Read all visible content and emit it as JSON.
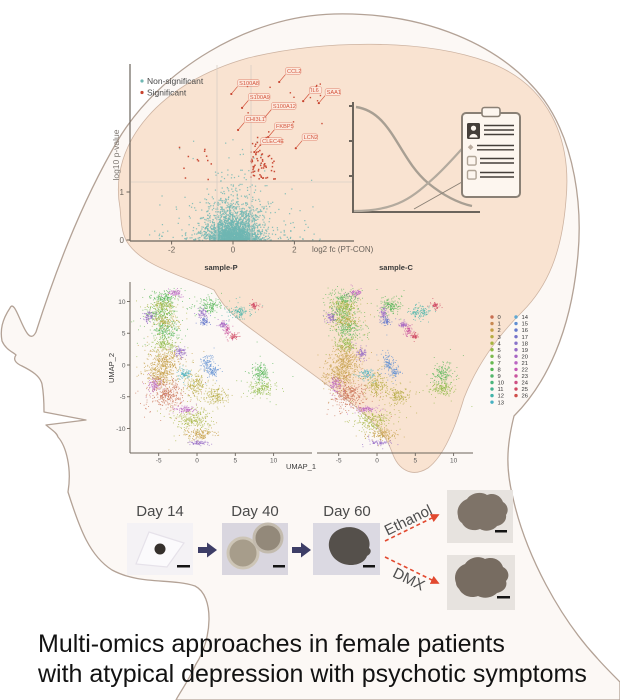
{
  "figure_title": {
    "line1": "Multi-omics approaches in female patients",
    "line2": "with atypical depression with psychotic symptoms"
  },
  "colors": {
    "head_fill": "#fcf8f5",
    "head_stroke": "#b3a296",
    "brain_fill": "#f9e3d1",
    "brain_stroke": "#cdb3a1",
    "nonsig_point": "#6fb7b3",
    "sig_point": "#c7432e",
    "gene_label": "#d4543c",
    "axis": "#6b645c",
    "grid": "#d8cfc6",
    "curve": "#a89f93",
    "clipboard_stroke": "#8a8075",
    "clipboard_ink": "#453f3a",
    "stage_arrow": "#3d3d66",
    "treatment_arrow": "#e2492f"
  },
  "chart_data": {
    "volcano": {
      "type": "scatter",
      "legend": [
        {
          "label": "Non-significant",
          "color": "#6fb7b3"
        },
        {
          "label": "Significant",
          "color": "#c7432e"
        }
      ],
      "xlabel": "log2 fc (PT-CON)",
      "ylabel": "log10 p-value",
      "x_ticks": [
        -2,
        0,
        2
      ],
      "y_ticks": [
        0,
        1
      ],
      "xlim": [
        -3.35,
        3.95
      ],
      "ylim": [
        0,
        3.7
      ],
      "threshold_x": [
        -0.52,
        0.6
      ],
      "threshold_y": 1.2,
      "gene_labels": [
        {
          "name": "CCL2",
          "x": 1.76,
          "y": 3.48
        },
        {
          "name": "S100A8",
          "x": 0.2,
          "y": 3.23
        },
        {
          "name": "IL6",
          "x": 2.54,
          "y": 3.08
        },
        {
          "name": "SAA1",
          "x": 3.05,
          "y": 3.04
        },
        {
          "name": "S100A9",
          "x": 0.55,
          "y": 2.94
        },
        {
          "name": "S100A12",
          "x": 1.3,
          "y": 2.75
        },
        {
          "name": "CHI3L1",
          "x": 0.42,
          "y": 2.48
        },
        {
          "name": "FKBP5",
          "x": 1.4,
          "y": 2.33
        },
        {
          "name": "CLEC4E",
          "x": 0.95,
          "y": 2.02
        },
        {
          "name": "LCN2",
          "x": 2.3,
          "y": 2.1
        }
      ],
      "point_counts": {
        "nonsignificant": 2600,
        "significant": 95
      }
    },
    "umap": {
      "type": "scatter",
      "panels": [
        {
          "title": "sample-P"
        },
        {
          "title": "sample-C"
        }
      ],
      "xlabel": "UMAP_1",
      "ylabel": "UMAP_2",
      "x_ticks": [
        -5,
        0,
        5,
        10
      ],
      "y_ticks": [
        10,
        5,
        0,
        -5,
        -10
      ],
      "legend_items": [
        "0",
        "1",
        "2",
        "3",
        "4",
        "5",
        "6",
        "7",
        "8",
        "9",
        "10",
        "11",
        "12",
        "13",
        "14",
        "15",
        "16",
        "17",
        "18",
        "19",
        "20",
        "21",
        "22",
        "23",
        "24",
        "25",
        "26"
      ],
      "legend_columns": 2,
      "palette": [
        "hsl(15,52%,55%)",
        "hsl(28,52%,55%)",
        "hsl(42,52%,52%)",
        "hsl(55,48%,48%)",
        "hsl(68,48%,48%)",
        "hsl(82,46%,50%)",
        "hsl(95,44%,52%)",
        "hsl(108,42%,52%)",
        "hsl(122,40%,52%)",
        "hsl(135,40%,52%)",
        "hsl(148,42%,50%)",
        "hsl(162,44%,48%)",
        "hsl(175,46%,48%)",
        "hsl(188,50%,52%)",
        "hsl(202,56%,60%)",
        "hsl(215,56%,60%)",
        "hsl(228,50%,60%)",
        "hsl(242,44%,62%)",
        "hsl(255,44%,62%)",
        "hsl(268,44%,60%)",
        "hsl(282,44%,58%)",
        "hsl(295,44%,58%)",
        "hsl(308,48%,56%)",
        "hsl(322,52%,56%)",
        "hsl(335,56%,56%)",
        "hsl(348,58%,55%)",
        "hsl(2,58%,55%)"
      ],
      "clusters": [
        {
          "x": -4.4,
          "y": 10.6,
          "rx": 1.6,
          "ry": 1.2,
          "c": 8
        },
        {
          "x": -4.7,
          "y": 8.2,
          "rx": 1.8,
          "ry": 1.6,
          "c": 7
        },
        {
          "x": -4.1,
          "y": 5.6,
          "rx": 1.7,
          "ry": 1.4,
          "c": 8
        },
        {
          "x": -4.3,
          "y": 7.0,
          "rx": 1.6,
          "ry": 1.0,
          "c": 3
        },
        {
          "x": -4.5,
          "y": 9.4,
          "rx": 1.5,
          "ry": 0.9,
          "c": 4
        },
        {
          "x": -6.3,
          "y": 7.6,
          "rx": 0.6,
          "ry": 0.9,
          "c": 19
        },
        {
          "x": -3.0,
          "y": 11.4,
          "rx": 0.8,
          "ry": 0.5,
          "c": 21
        },
        {
          "x": -4.3,
          "y": 3.4,
          "rx": 1.5,
          "ry": 1.2,
          "c": 5
        },
        {
          "x": -4.3,
          "y": 0.6,
          "rx": 2.1,
          "ry": 2.3,
          "c": 2
        },
        {
          "x": -5.0,
          "y": -1.6,
          "rx": 1.9,
          "ry": 1.9,
          "c": 2
        },
        {
          "x": -3.9,
          "y": -4.6,
          "rx": 2.1,
          "ry": 2.2,
          "c": 0
        },
        {
          "x": -5.6,
          "y": -3.0,
          "rx": 0.7,
          "ry": 1.1,
          "c": 21
        },
        {
          "x": -0.2,
          "y": -3.0,
          "rx": 1.2,
          "ry": 1.9,
          "c": 3
        },
        {
          "x": -1.6,
          "y": -1.4,
          "rx": 0.8,
          "ry": 0.8,
          "c": 13
        },
        {
          "x": -0.6,
          "y": -8.6,
          "rx": 2.2,
          "ry": 1.5,
          "c": 4
        },
        {
          "x": 0.4,
          "y": -10.8,
          "rx": 1.8,
          "ry": 1.0,
          "c": 2
        },
        {
          "x": -1.6,
          "y": -6.9,
          "rx": 1.5,
          "ry": 0.5,
          "c": 21
        },
        {
          "x": 0.2,
          "y": -12.2,
          "rx": 1.2,
          "ry": 0.4,
          "c": 19
        },
        {
          "x": 1.3,
          "y": 0.4,
          "rx": 0.8,
          "ry": 1.3,
          "c": 15
        },
        {
          "x": 2.1,
          "y": -1.0,
          "rx": 0.6,
          "ry": 0.8,
          "c": 15
        },
        {
          "x": 2.4,
          "y": -4.8,
          "rx": 1.5,
          "ry": 1.3,
          "c": 3
        },
        {
          "x": 1.6,
          "y": 9.4,
          "rx": 1.4,
          "ry": 1.3,
          "c": 8
        },
        {
          "x": 0.7,
          "y": 8.2,
          "rx": 0.5,
          "ry": 0.8,
          "c": 19
        },
        {
          "x": 1.0,
          "y": 6.9,
          "rx": 0.6,
          "ry": 0.6,
          "c": 16
        },
        {
          "x": 5.4,
          "y": 8.4,
          "rx": 1.4,
          "ry": 0.9,
          "c": 12
        },
        {
          "x": 7.4,
          "y": 9.4,
          "rx": 0.5,
          "ry": 0.5,
          "c": 25
        },
        {
          "x": 3.9,
          "y": 5.5,
          "rx": 0.4,
          "ry": 0.8,
          "c": 23
        },
        {
          "x": 4.7,
          "y": 4.6,
          "rx": 0.4,
          "ry": 0.5,
          "c": 25
        },
        {
          "x": 3.3,
          "y": 6.4,
          "rx": 0.5,
          "ry": 0.5,
          "c": 20
        },
        {
          "x": 8.3,
          "y": -1.2,
          "rx": 1.2,
          "ry": 1.6,
          "c": 8
        },
        {
          "x": 8.3,
          "y": -3.7,
          "rx": 1.5,
          "ry": 1.2,
          "c": 5
        },
        {
          "x": -2.2,
          "y": 2.0,
          "rx": 0.7,
          "ry": 0.9,
          "c": 19
        }
      ]
    },
    "curves": {
      "type": "line",
      "note": "two unlabeled crossing curves (one decreasing, one increasing) beside a patient-record clipboard icon",
      "y_axis_tick_count": 3
    }
  },
  "organoids": {
    "stages": [
      {
        "label": "Day 14"
      },
      {
        "label": "Day 40"
      },
      {
        "label": "Day 60"
      }
    ],
    "treatments": [
      {
        "label": "Ethanol"
      },
      {
        "label": "DMX"
      }
    ]
  },
  "icons": {
    "patient_record": "clipboard-icon",
    "patient": "person-icon"
  }
}
